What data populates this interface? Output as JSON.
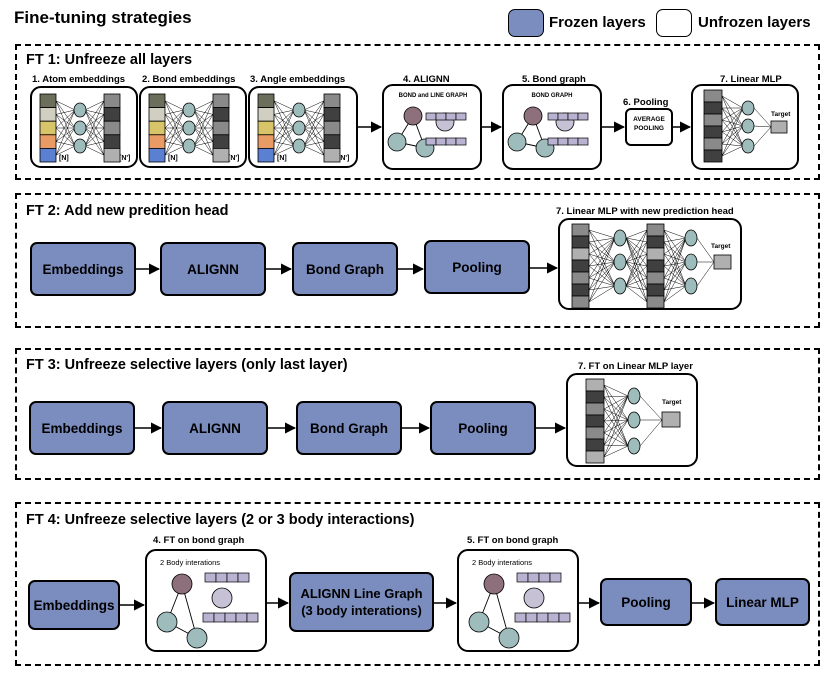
{
  "title": "Fine-tuning strategies",
  "legend": {
    "frozen": "Frozen layers",
    "unfrozen": "Unfrozen layers",
    "frozen_color": "#7b8cbf"
  },
  "ft1": {
    "title": "FT 1: Unfreeze all layers",
    "steps": [
      "1. Atom embeddings",
      "2. Bond embeddings",
      "3. Angle embeddings",
      "4. ALIGNN",
      "5. Bond graph",
      "6. Pooling",
      "7. Linear MLP"
    ],
    "alignn_inner": "BOND and LINE GRAPH",
    "bond_inner": "BOND GRAPH",
    "pool_box": "AVERAGE POOLING",
    "n_in": "[N]",
    "n_out": "[N']",
    "target": "Target"
  },
  "ft2": {
    "title": "FT 2: Add new predition head",
    "blocks": [
      "Embeddings",
      "ALIGNN",
      "Bond Graph",
      "Pooling"
    ],
    "head_label": "7. Linear MLP with new prediction head",
    "target": "Target"
  },
  "ft3": {
    "title": "FT 3: Unfreeze selective layers (only last layer)",
    "blocks": [
      "Embeddings",
      "ALIGNN",
      "Bond Graph",
      "Pooling"
    ],
    "head_label": "7. FT on Linear MLP layer",
    "target": "Target"
  },
  "ft4": {
    "title": "FT 4: Unfreeze selective layers (2 or 3 body interactions)",
    "embeddings": "Embeddings",
    "bond1_label": "4. FT on bond graph",
    "bond2_label": "5. FT on bond graph",
    "body_text": "2 Body interations",
    "alignn_line1": "ALIGNN Line Graph",
    "alignn_line2": "(3 body interations)",
    "pooling": "Pooling",
    "linear": "Linear MLP"
  },
  "colors": {
    "block": "#7b8cbf",
    "node": "#9fbcbc",
    "node_dark": "#8e6f7c",
    "node_light": "#c7c1d6",
    "feature": "#b9b2d0"
  }
}
